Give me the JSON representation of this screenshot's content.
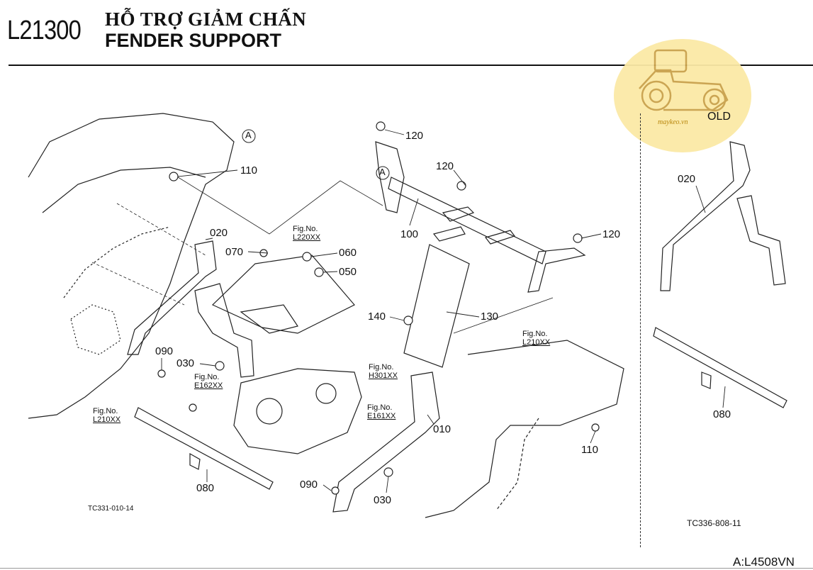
{
  "header": {
    "code": "L21300",
    "title_vi": "HỖ TRỢ GIẢM CHẤN",
    "title_en": "FENDER SUPPORT"
  },
  "watermark": {
    "label": "OLD",
    "site": "maykeo.vn",
    "color": "#fbe9a6"
  },
  "callouts": {
    "p010": "010",
    "p020_main": "020",
    "p020_side": "020",
    "p030_left": "030",
    "p030_right": "030",
    "p050": "050",
    "p060": "060",
    "p070": "070",
    "p080_main": "080",
    "p080_side": "080",
    "p090_left": "090",
    "p090_right": "090",
    "p100": "100",
    "p110_top": "110",
    "p110_right": "110",
    "p120_top": "120",
    "p120_mid": "120",
    "p120_right": "120",
    "p130": "130",
    "p140": "140",
    "ref_a1": "A",
    "ref_a2": "A"
  },
  "figrefs": {
    "l220": {
      "label": "Fig.No.",
      "ref": "L220XX"
    },
    "h301": {
      "label": "Fig.No.",
      "ref": "H301XX"
    },
    "e161": {
      "label": "Fig.No.",
      "ref": "E161XX"
    },
    "e162": {
      "label": "Fig.No.",
      "ref": "E162XX"
    },
    "l210_left": {
      "label": "Fig.No.",
      "ref": "L210XX"
    },
    "l210_right": {
      "label": "Fig.No.",
      "ref": "L210XX"
    }
  },
  "drawing_codes": {
    "main": "TC331-010-14",
    "side": "TC336-808-11"
  },
  "page_ref": "A:L4508VN"
}
